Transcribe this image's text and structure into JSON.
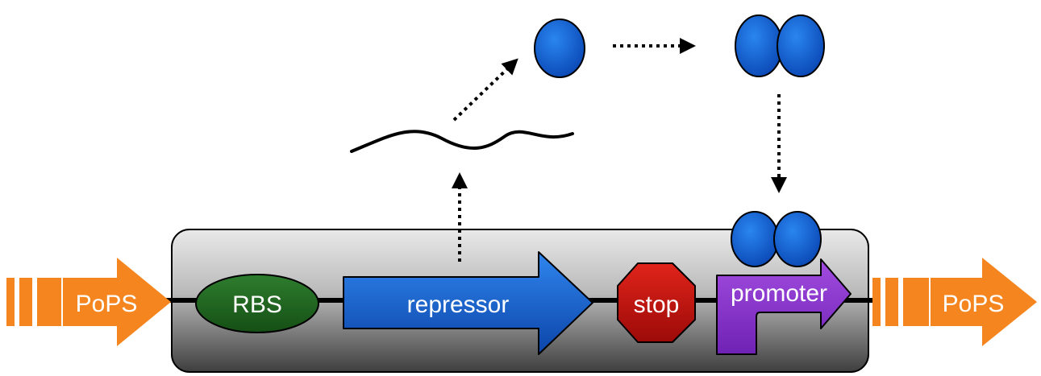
{
  "diagram": {
    "labels": {
      "pops_in": "PoPS",
      "rbs": "RBS",
      "repressor": "repressor",
      "stop": "stop",
      "promoter": "promoter",
      "pops_out": "PoPS"
    },
    "colors": {
      "pops": "#f5861f",
      "rbs": "#1f6a1f",
      "repressor": "#1565d8",
      "stop": "#c8100e",
      "promoter": "#8a34cf",
      "protein": "#1565d8",
      "device_box": "#a0a0a0",
      "dna_line": "#000000"
    },
    "icons": {
      "mrna": "wavy-line",
      "protein_monomer": "ellipse",
      "protein_dimer": "double-ellipse",
      "arrows": "dotted-arrow"
    }
  }
}
